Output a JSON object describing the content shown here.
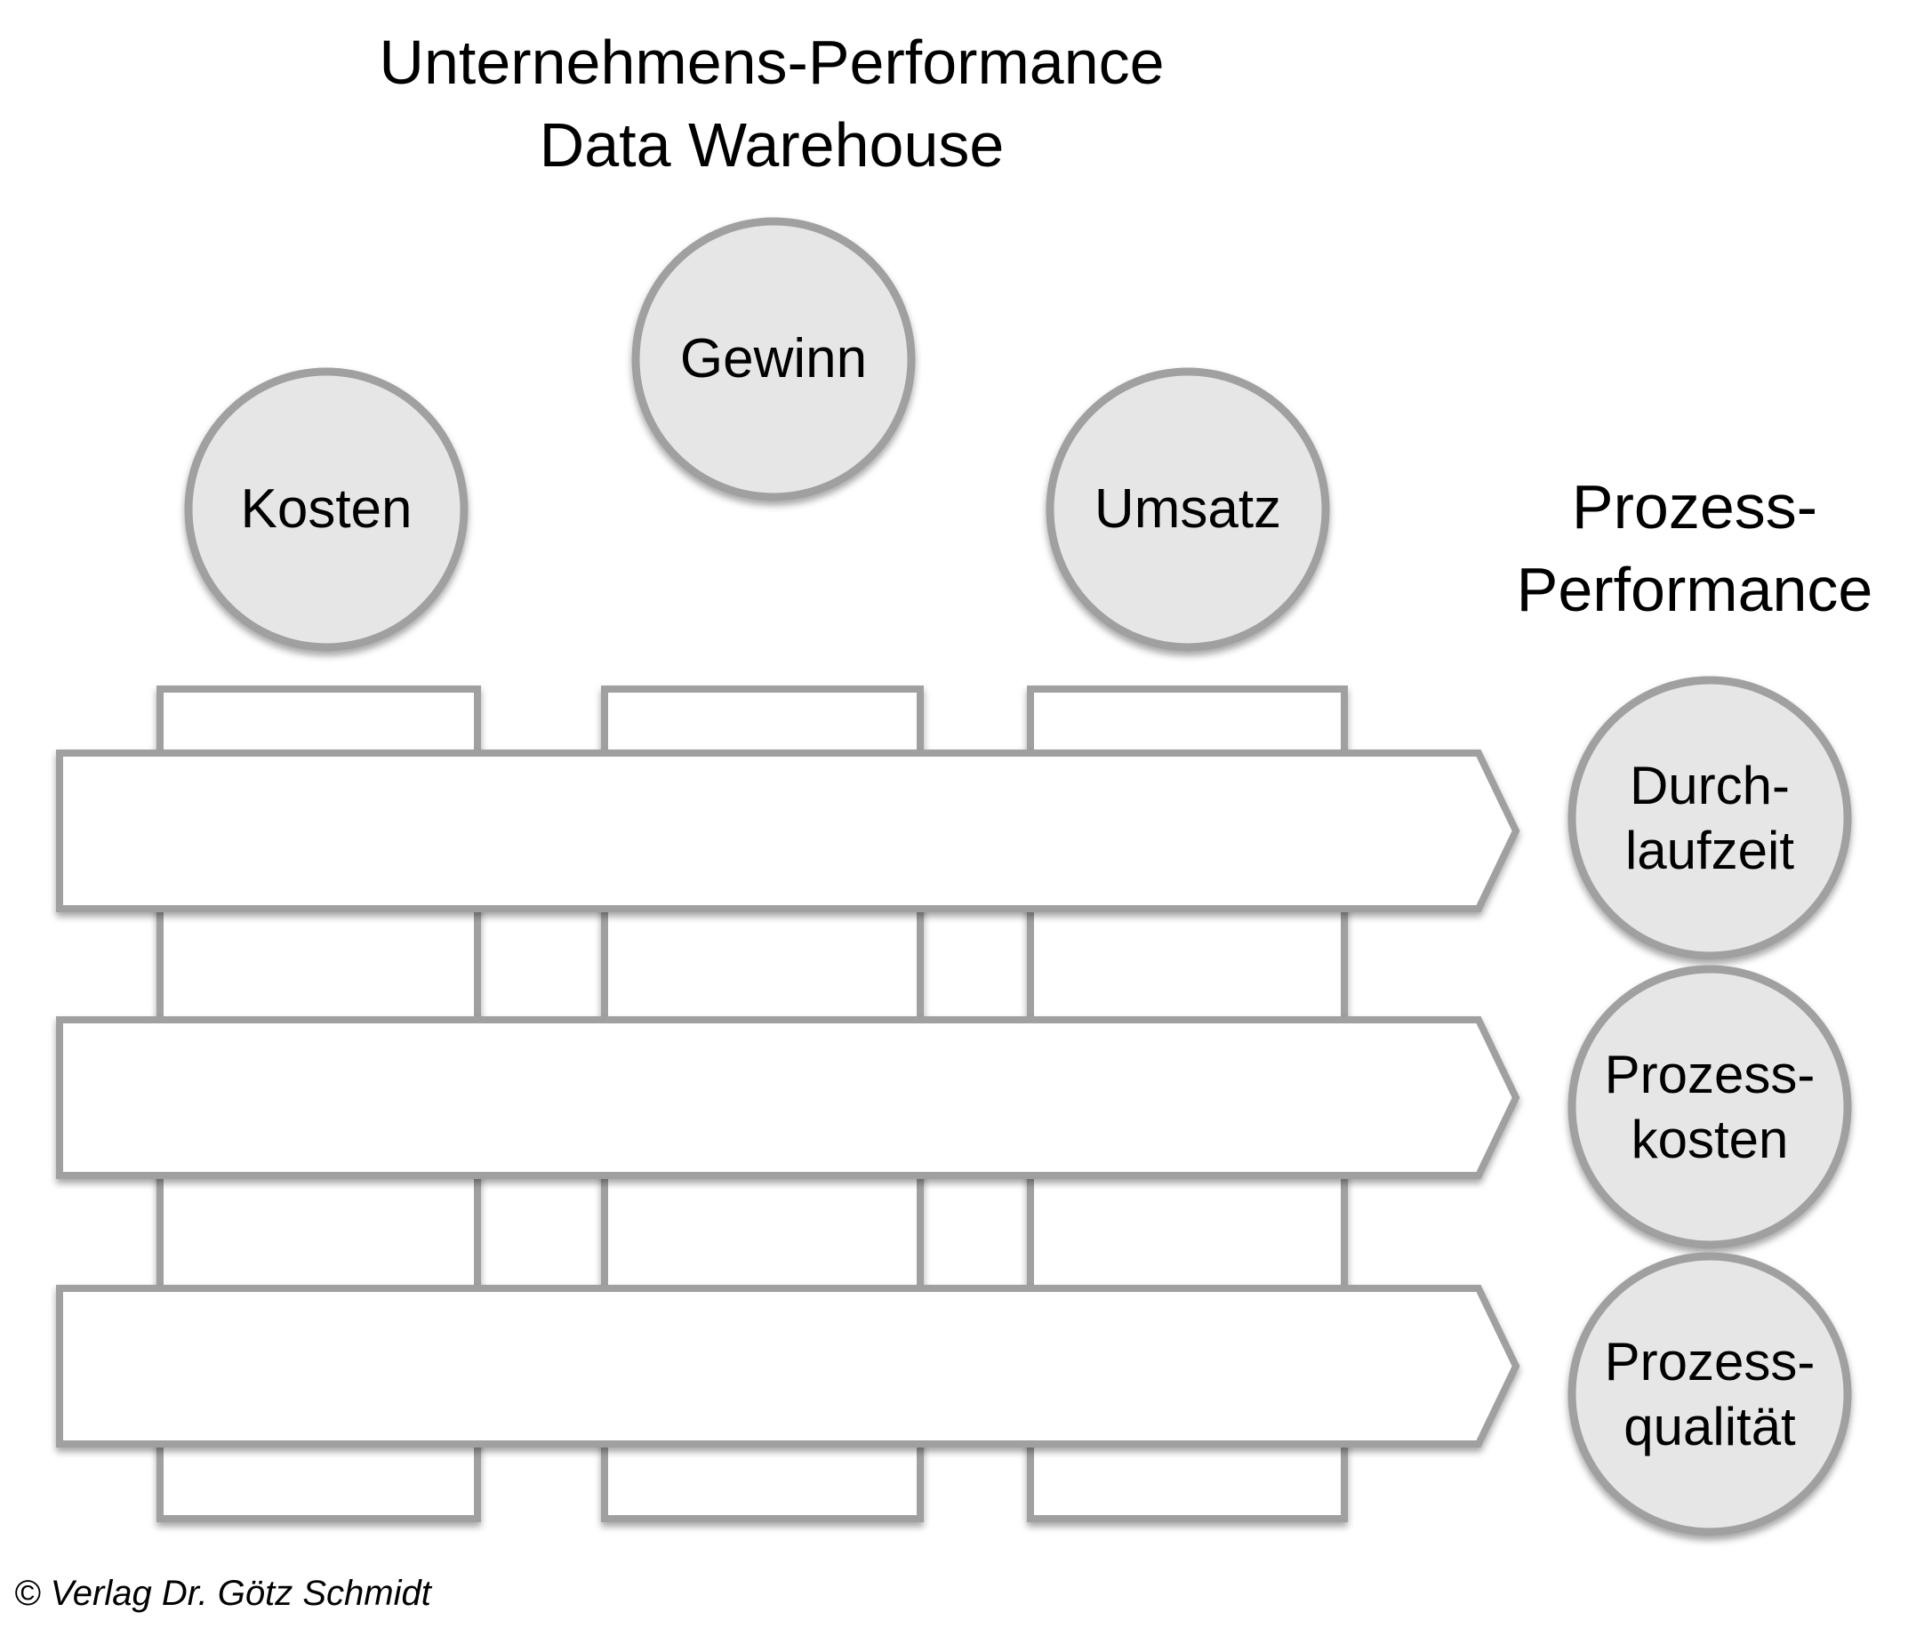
{
  "page": {
    "title": {
      "line1": "Unternehmens-Performance",
      "line2": "Data Warehouse"
    },
    "copyright": "© Verlag Dr. Götz Schmidt"
  },
  "warehouse_kpis": {
    "circles": [
      {
        "id": "kosten",
        "label": "Kosten"
      },
      {
        "id": "gewinn",
        "label": "Gewinn"
      },
      {
        "id": "umsatz",
        "label": "Umsatz"
      }
    ]
  },
  "process_performance": {
    "heading": {
      "line1": "Prozess-",
      "line2": "Performance"
    },
    "circles": [
      {
        "id": "durchlaufzeit",
        "line1": "Durch-",
        "line2": "laufzeit"
      },
      {
        "id": "prozesskosten",
        "line1": "Prozess-",
        "line2": "kosten"
      },
      {
        "id": "prozessqualitaet",
        "line1": "Prozess-",
        "line2": "qualität"
      }
    ]
  },
  "colors": {
    "circle_fill": "#e6e6e6",
    "shape_border": "#a0a0a0",
    "arrow_fill": "#ffffff",
    "text": "#000000",
    "background": "#ffffff"
  }
}
